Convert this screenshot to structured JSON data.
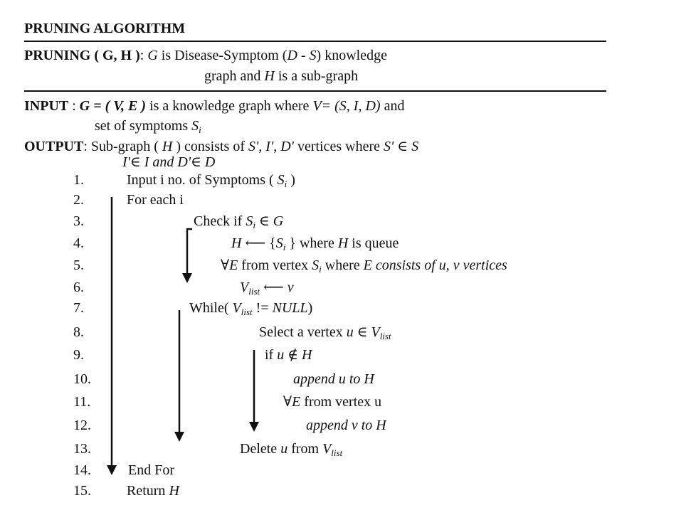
{
  "title": "PRUNING ALGORITHM",
  "signature": {
    "label": "PRUNING ( G, H )",
    "desc_a": ": ",
    "G": "G",
    "desc_b": " is Disease-Symptom (",
    "ds": "D - S",
    "desc_c": ") knowledge",
    "line2_a": "graph and ",
    "H": "H",
    "line2_b": " is a sub-graph"
  },
  "input": {
    "label": "INPUT",
    "colon": " : ",
    "G_def": "G = ( V, E )",
    "text_a": " is a knowledge graph where ",
    "V_def": "V= (S, I, D)",
    "text_b": " and",
    "line2": "set of symptoms ",
    "S": "S",
    "sub_i": "i"
  },
  "output": {
    "label": "OUTPUT",
    "text_a": ":  Sub-graph (",
    "H": " H ",
    "text_b": ")  consists of  ",
    "vars": "S', I', D'",
    "text_c": " vertices where ",
    "cond": "S' ∈ S",
    "line2": "I'∈ I   and  D'∈ D"
  },
  "steps": [
    {
      "num": "1.",
      "parts": [
        {
          "t": "Input  i no. of Symptoms ( "
        },
        {
          "t": "S",
          "i": true
        },
        {
          "sub": "i"
        },
        {
          "t": " )"
        }
      ]
    },
    {
      "num": "2.",
      "parts": [
        {
          "t": "For each i"
        }
      ]
    },
    {
      "num": "3.",
      "parts": [
        {
          "t": "Check if "
        },
        {
          "t": "S",
          "i": true
        },
        {
          "sub": "i"
        },
        {
          "t": " ∈ "
        },
        {
          "t": "G",
          "i": true
        }
      ]
    },
    {
      "num": "4.",
      "parts": [
        {
          "t": "H",
          "i": true
        },
        {
          "t": "  ⟵ {"
        },
        {
          "t": "S",
          "i": true
        },
        {
          "sub": "i"
        },
        {
          "t": " }  where "
        },
        {
          "t": "H",
          "i": true
        },
        {
          "t": " is queue"
        }
      ]
    },
    {
      "num": "5.",
      "parts": [
        {
          "t": "∀"
        },
        {
          "t": "E",
          "i": true
        },
        {
          "t": "   from vertex "
        },
        {
          "t": "S",
          "i": true
        },
        {
          "sub": "i"
        },
        {
          "t": "  where "
        },
        {
          "t": "E consists of u, v vertices",
          "i": true
        }
      ]
    },
    {
      "num": "6.",
      "parts": [
        {
          "t": "V",
          "i": true
        },
        {
          "sub": "list"
        },
        {
          "t": "  ⟵  "
        },
        {
          "t": "v",
          "i": true
        }
      ]
    },
    {
      "num": "7.",
      "parts": [
        {
          "t": "While( "
        },
        {
          "t": "V",
          "i": true
        },
        {
          "sub": "list"
        },
        {
          "t": " != "
        },
        {
          "t": "NULL",
          "i": true
        },
        {
          "t": ")"
        }
      ]
    },
    {
      "num": "8.",
      "parts": [
        {
          "t": "Select a vertex "
        },
        {
          "t": "u",
          "i": true
        },
        {
          "t": " ∈ "
        },
        {
          "t": "V",
          "i": true
        },
        {
          "sub": "list"
        }
      ]
    },
    {
      "num": "9.",
      "parts": [
        {
          "t": "if "
        },
        {
          "t": "u",
          "i": true
        },
        {
          "t": " ∉ "
        },
        {
          "t": "H",
          "i": true
        }
      ]
    },
    {
      "num": "10.",
      "parts": [
        {
          "t": "append  u   to  H",
          "i": true
        }
      ]
    },
    {
      "num": "11.",
      "parts": [
        {
          "t": "∀"
        },
        {
          "t": "E",
          "i": true
        },
        {
          "t": " from vertex u"
        }
      ]
    },
    {
      "num": "12.",
      "parts": [
        {
          "t": "append   v   to  H",
          "i": true
        }
      ]
    },
    {
      "num": "13.",
      "parts": [
        {
          "t": "Delete "
        },
        {
          "t": "u",
          "i": true
        },
        {
          "t": " from  "
        },
        {
          "t": "V",
          "i": true
        },
        {
          "sub": "list"
        }
      ]
    },
    {
      "num": "14.",
      "parts": [
        {
          "t": "End For"
        }
      ]
    },
    {
      "num": "15.",
      "parts": [
        {
          "t": "Return "
        },
        {
          "t": "H",
          "i": true
        }
      ]
    }
  ]
}
